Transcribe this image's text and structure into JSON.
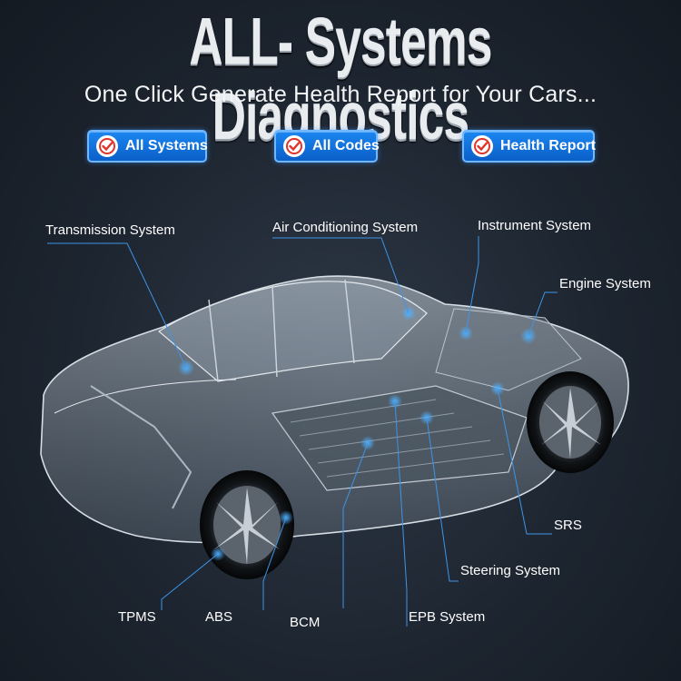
{
  "title": "ALL- Systems Diagnostics",
  "subtitle": "One Click Generate Health Report for Your Cars...",
  "features": [
    {
      "label": "All Systems",
      "icon": "check-circle-icon"
    },
    {
      "label": "All Codes",
      "icon": "check-circle-icon"
    },
    {
      "label": "Health Report",
      "icon": "check-circle-icon"
    }
  ],
  "systems": {
    "transmission": "Transmission System",
    "air_conditioning": "Air Conditioning System",
    "instrument": "Instrument System",
    "engine": "Engine System",
    "srs": "SRS",
    "steering": "Steering System",
    "epb": "EPB System",
    "bcm": "BCM",
    "abs": "ABS",
    "tpms": "TPMS"
  },
  "colors": {
    "button": "#1b86f1",
    "check": "#e0342b",
    "callout_line": "#3d95e8",
    "background": "#1d2530"
  }
}
